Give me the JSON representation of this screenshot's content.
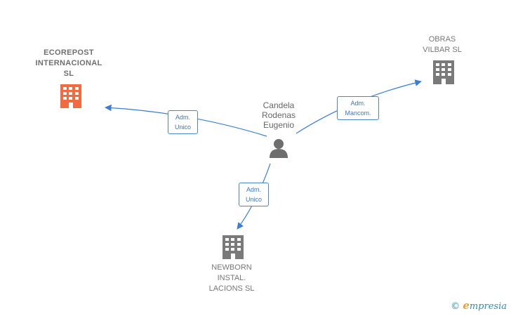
{
  "colors": {
    "edge": "#3a7fd5",
    "company": "#7a7a7a",
    "company_highlight": "#f26a3d",
    "person": "#6e6e6e"
  },
  "nodes": {
    "person": {
      "label": "Candela\nRodenas\nEugenio",
      "icon": "person-icon"
    },
    "ecorepost": {
      "label": "ECOREPOST\nINTERNACIONAL\nSL",
      "icon": "building-icon",
      "highlight": true
    },
    "obras": {
      "label": "OBRAS\nVILBAR  SL",
      "icon": "building-icon"
    },
    "newborn": {
      "label": "NEWBORN\nINSTAL.\nLACIONS  SL",
      "icon": "building-icon"
    }
  },
  "edges": {
    "to_ecorepost": {
      "label": "Adm.\nUnico"
    },
    "to_obras": {
      "label": "Adm.\nMancom."
    },
    "to_newborn": {
      "label": "Adm.\nUnico"
    }
  },
  "watermark": {
    "copyright": "©",
    "brand_initial": "e",
    "brand_rest": "mpresia"
  }
}
